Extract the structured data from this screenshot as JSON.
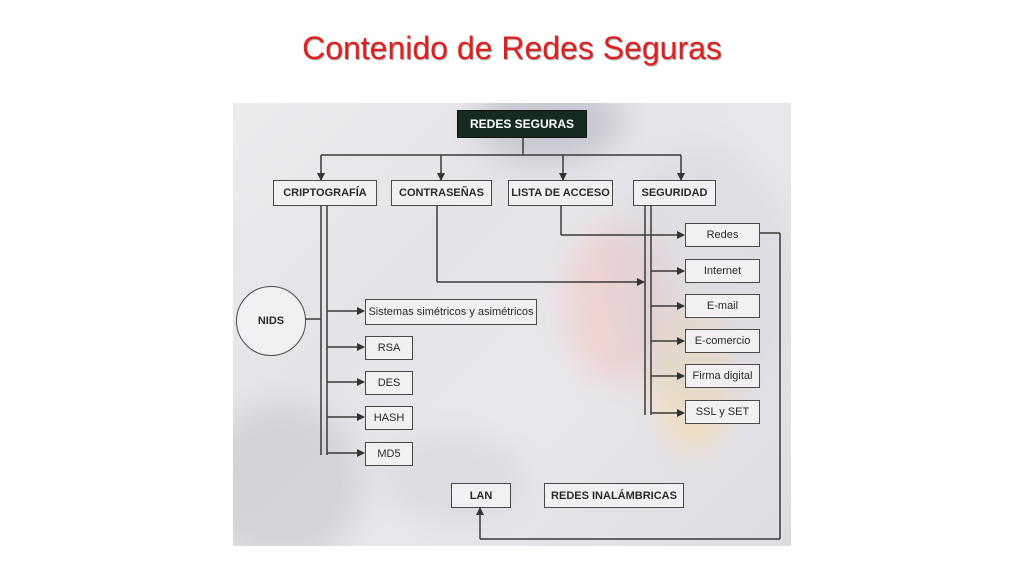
{
  "slide": {
    "title": "Contenido de Redes Seguras"
  },
  "diagram": {
    "root": "REDES SEGURAS",
    "categories": [
      "CRIPTOGRAFÍA",
      "CONTRASEÑAS",
      "LISTA DE ACCESO",
      "SEGURIDAD"
    ],
    "nids": "NIDS",
    "crypto_items": [
      "Sistemas simétricos y asimétricos",
      "RSA",
      "DES",
      "HASH",
      "MD5"
    ],
    "security_items": [
      "Redes",
      "Internet",
      "E-mail",
      "E-comercio",
      "Firma digital",
      "SSL y SET"
    ],
    "network_items": [
      "LAN",
      "REDES INALÁMBRICAS"
    ]
  }
}
